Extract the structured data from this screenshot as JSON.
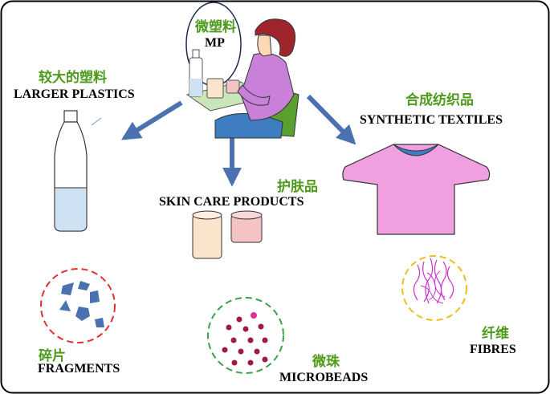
{
  "center": {
    "cn": "微塑料",
    "en": "MP"
  },
  "larger_plastics": {
    "cn": "较大的塑料",
    "en": "LARGER PLASTICS"
  },
  "synthetic_textiles": {
    "cn": "合成纺织品",
    "en": "SYNTHETIC TEXTILES"
  },
  "skin_care": {
    "cn": "护肤品",
    "en": "SKIN CARE PRODUCTS"
  },
  "fragments": {
    "cn": "碎片",
    "en": "FRAGMENTS"
  },
  "microbeads": {
    "cn": "微珠",
    "en": "MICROBEADS"
  },
  "fibres": {
    "cn": "纤维",
    "en": "FIBRES"
  },
  "colors": {
    "label_cn": "#4e9a1a",
    "arrow": "#4a72b0",
    "fragment_circle": "#e03030",
    "microbead_circle": "#3aa04a",
    "fibre_circle": "#e8c020",
    "shirt": "#f0a0e0",
    "shirt_collar": "#3e7dc0",
    "bead": "#a01c3c",
    "fibre": "#cc33cc"
  }
}
